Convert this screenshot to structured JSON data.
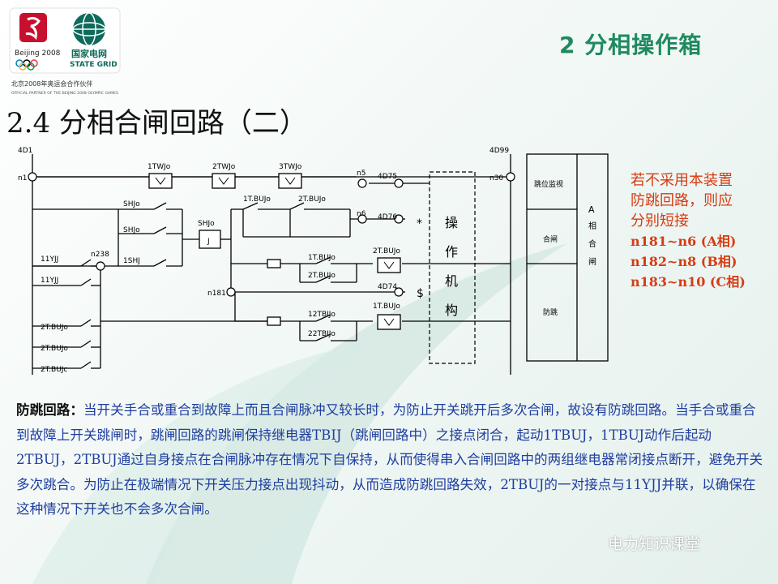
{
  "header": {
    "title": "2 分相操作箱",
    "logo_text_beijing": "Beijing 2008",
    "logo_text_grid_cn": "国家电网",
    "logo_text_grid_en": "STATE GRID",
    "partner_cn": "北京2008年奥运会合作伙伴",
    "partner_en": "OFFICIAL PARTNER OF THE BEIJING 2008 OLYMPIC GAMES"
  },
  "slide_title": "2.4 分相合闸回路（二）",
  "diagram": {
    "left_top_label": "4D1",
    "left_node": "n1",
    "relay_1": "1TWJo",
    "relay_2": "2TWJo",
    "relay_3": "3TWJo",
    "node_n5": "n5",
    "node_n6": "n6",
    "term_4d75": "4D75",
    "term_4d76": "4D76",
    "shj_1": "SHJo",
    "shj_2": "SHJo",
    "shj_3": "1SHJ",
    "shj_coil_label": "SHJo",
    "shj_coil": "J",
    "tbu_1": "1T.BUJo",
    "tbu_2": "2T.BUJo",
    "yjj_1": "11YJJ",
    "yjj_2": "11YJJ",
    "node_n238": "n238",
    "tbu_3": "1T.BUJo",
    "tbu_4": "2T.BUJo",
    "tbu_5": "2T.BUJo",
    "node_n181": "n181",
    "term_4d74": "4D74",
    "tbi_1": "12TBIJo",
    "tbi_2": "22TBIJo",
    "tbu_6": "1T.BUJo",
    "tbu_a": "2T.BUJo",
    "tbu_b": "2T.BUJo",
    "tbu_c": "2T.BUJc",
    "mech_chars": [
      "操",
      "作",
      "机",
      "构"
    ],
    "right_top_label": "4D99",
    "right_node": "n30",
    "panel_row_1": "跳位监视",
    "panel_row_2": "合闸",
    "panel_row_3": "防跳",
    "panel_phase": [
      "A",
      "相",
      "合",
      "闸"
    ]
  },
  "note": {
    "line_1": "若不采用本装置",
    "line_2": "防跳回路，则应",
    "line_3": "分别短接",
    "code_1": "n181~n6   (A相)",
    "code_2": "n182~n8   (B相)",
    "code_3": "n183~n10 (C相)"
  },
  "body": {
    "lead": "防跳回路：",
    "text": "当开关手合或重合到故障上而且合闸脉冲又较长时，为防止开关跳开后多次合闸，故设有防跳回路。当手合或重合到故障上开关跳闸时，跳闸回路的跳闸保持继电器TBIJ（跳闸回路中）之接点闭合，起动1TBUJ，1TBUJ动作后起动2TBUJ，2TBUJ通过自身接点在合闸脉冲存在情况下自保持，从而使得串入合闸回路中的两组继电器常闭接点断开，避免开关多次跳合。为防止在极端情况下开关压力接点出现抖动，从而造成防跳回路失效，2TBUJ的一对接点与11YJJ并联，以确保在这种情况下开关也不会多次合闸。"
  },
  "watermark": "电力知识课堂",
  "colors": {
    "accent": "#1f8a5f",
    "note": "#d63c12",
    "body": "#1f3ea0"
  }
}
